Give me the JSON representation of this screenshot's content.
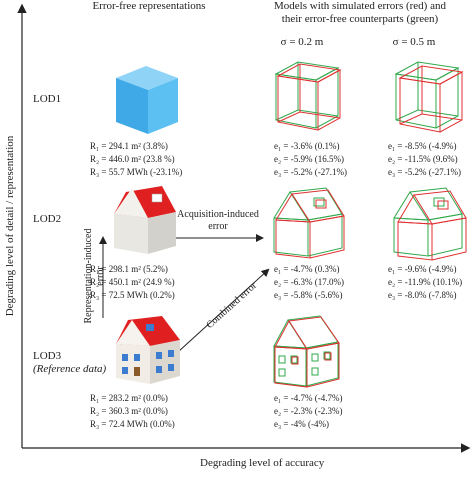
{
  "headers": {
    "error_free": "Error-free representations",
    "simulated_line1": "Models with simulated errors (red) and",
    "simulated_line2": "their error-free counterparts (green)",
    "sigma_02": "σ = 0.2 m",
    "sigma_05": "σ = 0.5 m"
  },
  "axes": {
    "y_label": "Degrading level of detail / representation",
    "x_label": "Degrading level of accuracy"
  },
  "lods": [
    {
      "label": "LOD1",
      "sublabel": ""
    },
    {
      "label": "LOD2",
      "sublabel": ""
    },
    {
      "label": "LOD3",
      "sublabel": "(Reference data)"
    }
  ],
  "arrows": {
    "acquisition_line1": "Acquisition-induced",
    "acquisition_line2": "error",
    "representation_line1": "Representation-induced",
    "representation_line2": "error",
    "combined": "Combined error"
  },
  "stats": {
    "lod1": [
      "R₁ = 294.1 m² (3.8%)",
      "R₂ = 446.0 m² (23.8 %)",
      "R₃ = 55.7 MWh (-23.1%)"
    ],
    "lod2": [
      "R₁ = 298.1 m² (5.2%)",
      "R₂ = 450.1 m² (24.9 %)",
      "R₃ = 72.5 MWh (0.2%)"
    ],
    "lod3": [
      "R₁ = 283.2 m² (0.0%)",
      "R₂ = 360.3 m² (0.0%)",
      "R₃ = 72.4 MWh (0.0%)"
    ]
  },
  "errors": {
    "lod1_02": [
      "e₁ = -3.6% (0.1%)",
      "e₂ = -5.9% (16.5%)",
      "e₃ = -5.2% (-27.1%)"
    ],
    "lod1_05": [
      "e₁ = -8.5% (-4.9%)",
      "e₂ = -11.5% (9.6%)",
      "e₃ = -5.2% (-27.1%)"
    ],
    "lod2_02": [
      "e₁ = -4.7% (0.3%)",
      "e₂ = -6.3% (17.0%)",
      "e₃ = -5.8% (-5.6%)"
    ],
    "lod2_05": [
      "e₁ = -9.6% (-4.9%)",
      "e₂ = -11.9% (10.1%)",
      "e₃ = -8.0% (-7.8%)"
    ],
    "lod3_02": [
      "e₁ = -4.7% (-4.7%)",
      "e₂ = -2.3% (-2.3%)",
      "e₃ = -4% (-4%)"
    ]
  },
  "colors": {
    "cube": "#3fa9e8",
    "roof": "#e02020",
    "error_line": "#e03030",
    "true_line": "#2ea84a",
    "wall": "#f3f1ec"
  }
}
